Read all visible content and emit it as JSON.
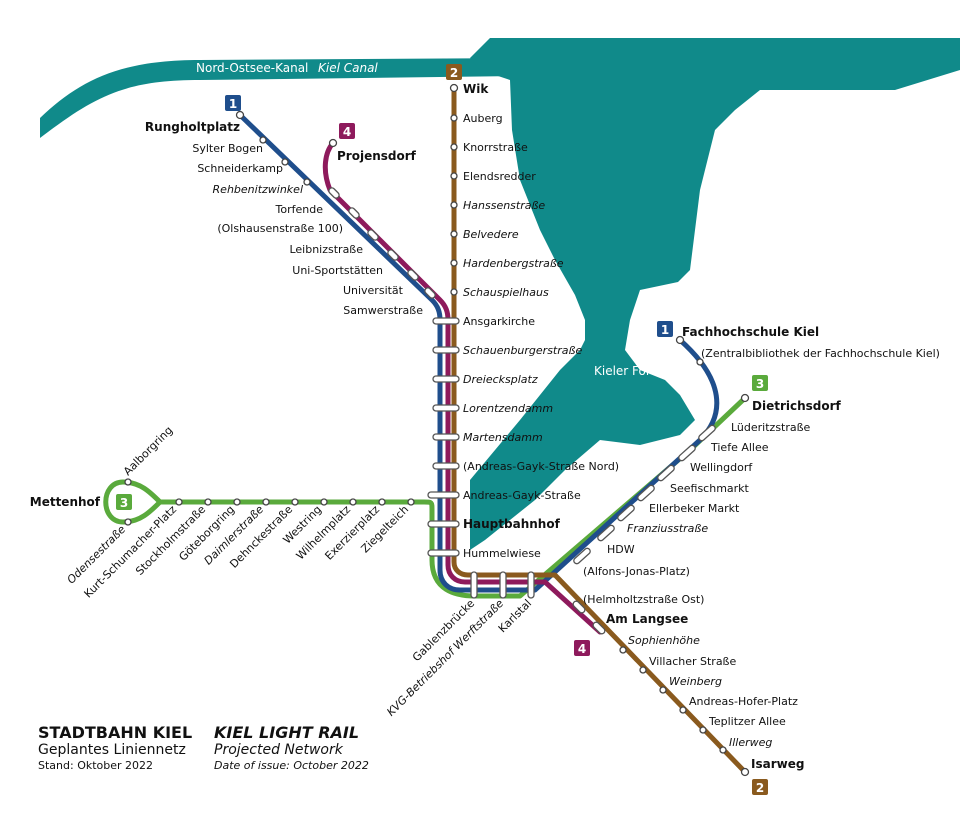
{
  "colors": {
    "water": "#108a8a",
    "line1": "#1f4e8c",
    "line2": "#8a5a1e",
    "line3": "#5aaa3c",
    "line4": "#8e1a5c"
  },
  "water": {
    "canal_de": "Nord-Ostsee-Kanal",
    "canal_en": "Kiel Canal",
    "fjord": "Kieler Förde"
  },
  "lines": {
    "l1": "1",
    "l2": "2",
    "l3": "3",
    "l4": "4"
  },
  "stations": {
    "wik": "Wik",
    "auberg": "Auberg",
    "knorrstrasse": "Knorrstraße",
    "elendsredder": "Elendsredder",
    "hanssenstrasse": "Hanssenstraße",
    "belvedere": "Belvedere",
    "hardenbergstrasse": "Hardenbergstraße",
    "schauspielhaus": "Schauspielhaus",
    "ansgarkirche": "Ansgarkirche",
    "schauenburgerstrasse": "Schauenburgerstraße",
    "dreiecksplatz": "Dreiecksplatz",
    "lorentzendamm": "Lorentzendamm",
    "martensdamm": "Martensdamm",
    "agsnord": "(Andreas-Gayk-Straße Nord)",
    "ags": "Andreas-Gayk-Straße",
    "hauptbahnhof": "Hauptbahnhof",
    "hummelwiese": "Hummelwiese",
    "rungholtplatz": "Rungholtplatz",
    "sylterbogen": "Sylter Bogen",
    "schneiderkamp": "Schneiderkamp",
    "rehbenitzwinkel": "Rehbenitzwinkel",
    "torfende": "Torfende",
    "olshausen": "(Olshausenstraße 100)",
    "leibnizstrasse": "Leibnizstraße",
    "unisport": "Uni-Sportstätten",
    "universitaet": "Universität",
    "samwerstrasse": "Samwerstraße",
    "projensdorf": "Projensdorf",
    "mettenhof": "Mettenhof",
    "aalborgring": "Aalborgring",
    "odensestrasse": "Odensestraße",
    "kurtschumacher": "Kurt-Schumacher-Platz",
    "stockholmstrasse": "Stockholmstraße",
    "goeteborgring": "Göteborgring",
    "daimlerstrasse": "Daimlerstraße",
    "dehnckestrasse": "Dehnckestraße",
    "westring": "Westring",
    "wilhelmplatz": "Wilhelmplatz",
    "exerzierplatz": "Exerzierplatz",
    "ziegelteich": "Ziegelteich",
    "gablenzbruecke": "Gablenzbrücke",
    "kvg": "KVG-Betriebshof Werftstraße",
    "karlstal": "Karlstal",
    "fhkiel": "Fachhochschule Kiel",
    "zentralbib": "(Zentralbibliothek der Fachhochschule Kiel)",
    "dietrichsdorf": "Dietrichsdorf",
    "luederitz": "Lüderitzstraße",
    "tiefeallee": "Tiefe Allee",
    "wellingdorf": "Wellingdorf",
    "seefischmarkt": "Seefischmarkt",
    "ellerbeker": "Ellerbeker Markt",
    "franziusstrasse": "Franziusstraße",
    "hdw": "HDW",
    "alfonsjonas": "(Alfons-Jonas-Platz)",
    "helmholtz": "(Helmholtzstraße Ost)",
    "amlangsee": "Am Langsee",
    "sophienhoehe": "Sophienhöhe",
    "villacher": "Villacher Straße",
    "weinberg": "Weinberg",
    "andreashofer": "Andreas-Hofer-Platz",
    "teplitzer": "Teplitzer Allee",
    "illerweg": "Illerweg",
    "isarweg": "Isarweg"
  },
  "title": {
    "de_title": "STADTBAHN KIEL",
    "de_subtitle": "Geplantes Liniennetz",
    "de_date": "Stand: Oktober 2022",
    "en_title": "KIEL LIGHT RAIL",
    "en_subtitle": "Projected Network",
    "en_date": "Date of issue: October 2022"
  }
}
